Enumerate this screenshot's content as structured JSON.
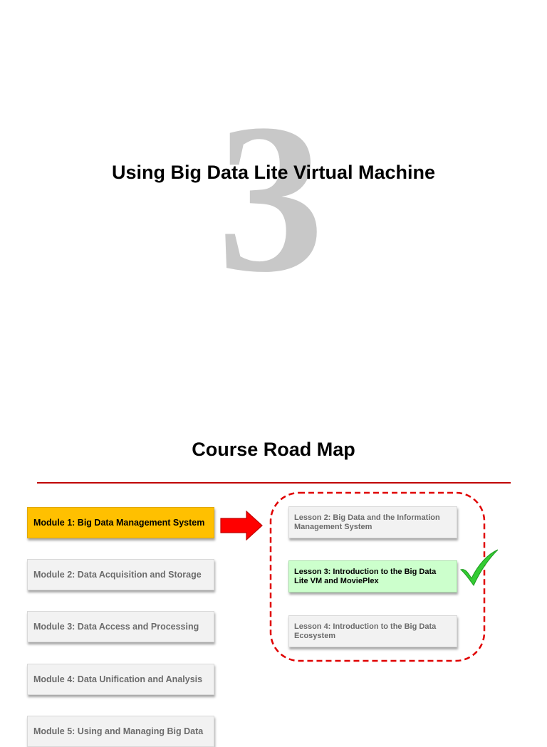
{
  "chapter": {
    "number": "3",
    "title": "Using Big Data Lite Virtual Machine"
  },
  "roadmap": {
    "title": "Course Road Map",
    "modules": [
      {
        "label": "Module 1: Big Data Management System",
        "state": "current"
      },
      {
        "label": "Module 2: Data Acquisition and Storage",
        "state": "default"
      },
      {
        "label": "Module 3: Data Access and Processing",
        "state": "default"
      },
      {
        "label": "Module 4: Data Unification and Analysis",
        "state": "default"
      },
      {
        "label": "Module 5: Using and Managing Big Data",
        "state": "default"
      }
    ],
    "lessons": [
      {
        "label": "Lesson 2: Big Data and the Information Management System",
        "state": "default"
      },
      {
        "label": "Lesson 3: Introduction to the Big Data Lite VM and MoviePlex",
        "state": "current"
      },
      {
        "label": "Lesson 4: Introduction to the Big Data Ecosystem",
        "state": "default"
      }
    ]
  },
  "colors": {
    "accent_red": "#c00000",
    "arrow_red": "#ff0000",
    "module_active": "#ffc000",
    "lesson_current": "#ccffcc",
    "check_green": "#33cc33",
    "numeral_gray": "#c8c8c8"
  },
  "icons": {
    "pointer": "right-arrow-icon",
    "status": "checkmark-icon"
  }
}
